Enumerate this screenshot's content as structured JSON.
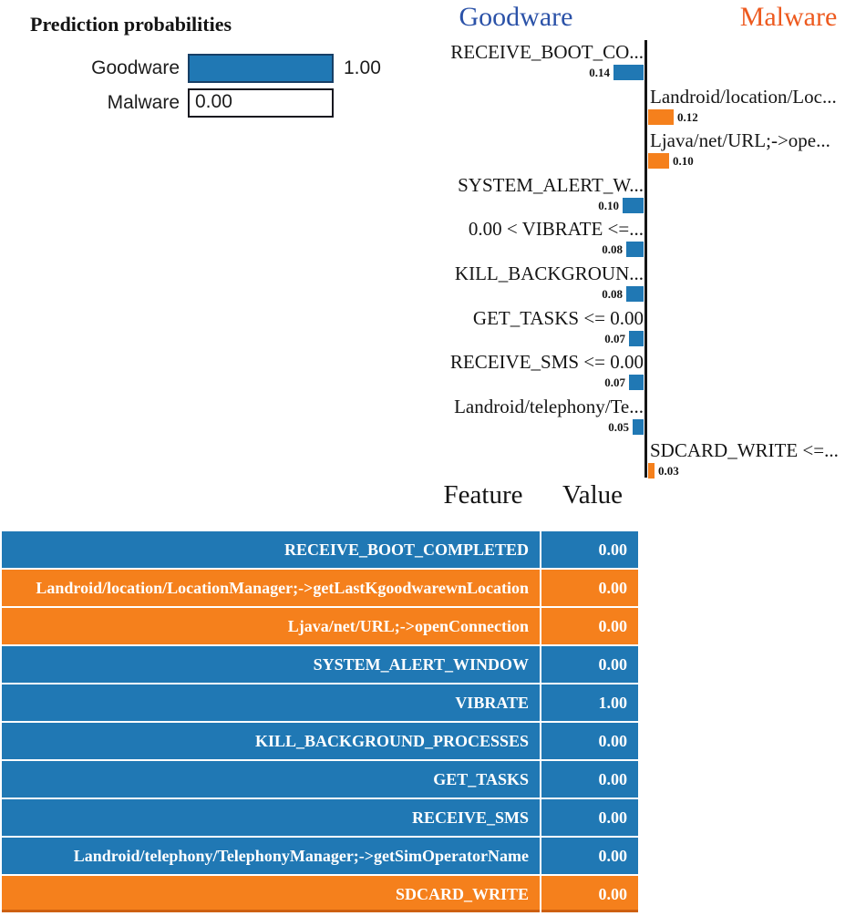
{
  "prediction_panel": {
    "title": "Prediction probabilities",
    "rows": [
      {
        "label": "Goodware",
        "value_label": "1.00",
        "prob": 1.0,
        "kind": "goodware"
      },
      {
        "label": "Malware",
        "value_label": "0.00",
        "prob": 0.0,
        "kind": "malware"
      }
    ]
  },
  "feature_chart": {
    "goodware_header": "Goodware",
    "malware_header": "Malware",
    "bars": [
      {
        "label": "RECEIVE_BOOT_CO...",
        "value": 0.14,
        "value_label": "0.14",
        "side": "goodware"
      },
      {
        "label": "Landroid/location/Loc...",
        "value": 0.12,
        "value_label": "0.12",
        "side": "malware"
      },
      {
        "label": "Ljava/net/URL;->ope...",
        "value": 0.1,
        "value_label": "0.10",
        "side": "malware"
      },
      {
        "label": "SYSTEM_ALERT_W...",
        "value": 0.1,
        "value_label": "0.10",
        "side": "goodware"
      },
      {
        "label": "0.00 < VIBRATE <=...",
        "value": 0.08,
        "value_label": "0.08",
        "side": "goodware"
      },
      {
        "label": "KILL_BACKGROUN...",
        "value": 0.08,
        "value_label": "0.08",
        "side": "goodware"
      },
      {
        "label": "GET_TASKS <= 0.00",
        "value": 0.07,
        "value_label": "0.07",
        "side": "goodware"
      },
      {
        "label": "RECEIVE_SMS <= 0.00",
        "value": 0.07,
        "value_label": "0.07",
        "side": "goodware"
      },
      {
        "label": "Landroid/telephony/Te...",
        "value": 0.05,
        "value_label": "0.05",
        "side": "goodware"
      },
      {
        "label": "SDCARD_WRITE <=...",
        "value": 0.03,
        "value_label": "0.03",
        "side": "malware"
      }
    ]
  },
  "feature_table": {
    "headers": {
      "feature": "Feature",
      "value": "Value"
    },
    "rows": [
      {
        "feature": "RECEIVE_BOOT_COMPLETED",
        "value": "0.00",
        "side": "goodware"
      },
      {
        "feature": "Landroid/location/LocationManager;->getLastKgoodwarewnLocation",
        "value": "0.00",
        "side": "malware"
      },
      {
        "feature": "Ljava/net/URL;->openConnection",
        "value": "0.00",
        "side": "malware"
      },
      {
        "feature": "SYSTEM_ALERT_WINDOW",
        "value": "0.00",
        "side": "goodware"
      },
      {
        "feature": "VIBRATE",
        "value": "1.00",
        "side": "goodware"
      },
      {
        "feature": "KILL_BACKGROUND_PROCESSES",
        "value": "0.00",
        "side": "goodware"
      },
      {
        "feature": "GET_TASKS",
        "value": "0.00",
        "side": "goodware"
      },
      {
        "feature": "RECEIVE_SMS",
        "value": "0.00",
        "side": "goodware"
      },
      {
        "feature": "Landroid/telephony/TelephonyManager;->getSimOperatorName",
        "value": "0.00",
        "side": "goodware"
      },
      {
        "feature": "SDCARD_WRITE",
        "value": "0.00",
        "side": "malware"
      }
    ]
  },
  "colors": {
    "goodware_blue": "#2078B4",
    "malware_orange": "#F5801C",
    "goodware_header_text": "#2B52A8",
    "malware_header_text": "#ED5A1F"
  },
  "chart_data": [
    {
      "type": "bar",
      "title": "Prediction probabilities",
      "orientation": "horizontal",
      "categories": [
        "Goodware",
        "Malware"
      ],
      "values": [
        1.0,
        0.0
      ],
      "xlim": [
        0,
        1
      ],
      "value_labels": [
        "1.00",
        "0.00"
      ],
      "bar_colors": [
        "#2078B4",
        "#FFFFFF"
      ]
    },
    {
      "type": "bar",
      "title": "Feature contributions (centered axis: Goodware left / Malware right)",
      "orientation": "horizontal",
      "legend_position": "top",
      "categories": [
        "RECEIVE_BOOT_CO...",
        "Landroid/location/Loc...",
        "Ljava/net/URL;->ope...",
        "SYSTEM_ALERT_W...",
        "0.00 < VIBRATE <=...",
        "KILL_BACKGROUN...",
        "GET_TASKS <= 0.00",
        "RECEIVE_SMS <= 0.00",
        "Landroid/telephony/Te...",
        "SDCARD_WRITE <=..."
      ],
      "series": [
        {
          "name": "Goodware",
          "color": "#2078B4",
          "values": [
            0.14,
            0,
            0,
            0.1,
            0.08,
            0.08,
            0.07,
            0.07,
            0.05,
            0
          ]
        },
        {
          "name": "Malware",
          "color": "#F5801C",
          "values": [
            0,
            0.12,
            0.1,
            0,
            0,
            0,
            0,
            0,
            0,
            0.03
          ]
        }
      ]
    },
    {
      "type": "table",
      "columns": [
        "Feature",
        "Value"
      ],
      "rows": [
        [
          "RECEIVE_BOOT_COMPLETED",
          "0.00"
        ],
        [
          "Landroid/location/LocationManager;->getLastKgoodwarewnLocation",
          "0.00"
        ],
        [
          "Ljava/net/URL;->openConnection",
          "0.00"
        ],
        [
          "SYSTEM_ALERT_WINDOW",
          "0.00"
        ],
        [
          "VIBRATE",
          "1.00"
        ],
        [
          "KILL_BACKGROUND_PROCESSES",
          "0.00"
        ],
        [
          "GET_TASKS",
          "0.00"
        ],
        [
          "RECEIVE_SMS",
          "0.00"
        ],
        [
          "Landroid/telephony/TelephonyManager;->getSimOperatorName",
          "0.00"
        ],
        [
          "SDCARD_WRITE",
          "0.00"
        ]
      ]
    }
  ]
}
